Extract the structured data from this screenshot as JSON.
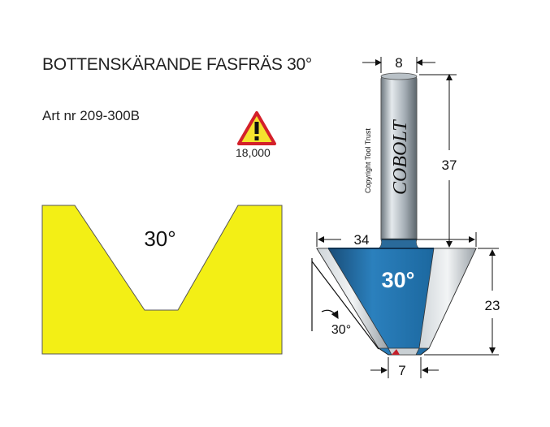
{
  "title": "BOTTENSKÄRANDE FASFRÄS 30°",
  "article_number": "Art nr 209-300B",
  "warning": {
    "icon": "warning-triangle-icon",
    "max_rpm": "18,000",
    "triangle_fill": "#f5e22e",
    "triangle_stroke": "#d4202a"
  },
  "profile": {
    "angle_label": "30°",
    "fill_color": "#f3ef15"
  },
  "tool": {
    "brand": "COBOLT",
    "copyright": "Copyright Tool Trust",
    "head_label": "30°",
    "angle_label": "30°",
    "head_color": "#1f6fa8",
    "shank_color": "#9aa3aa"
  },
  "dimensions": {
    "shank_diameter": "8",
    "shank_length": "37",
    "cutting_diameter": "34",
    "cutting_height": "23",
    "tip_diameter": "7"
  }
}
